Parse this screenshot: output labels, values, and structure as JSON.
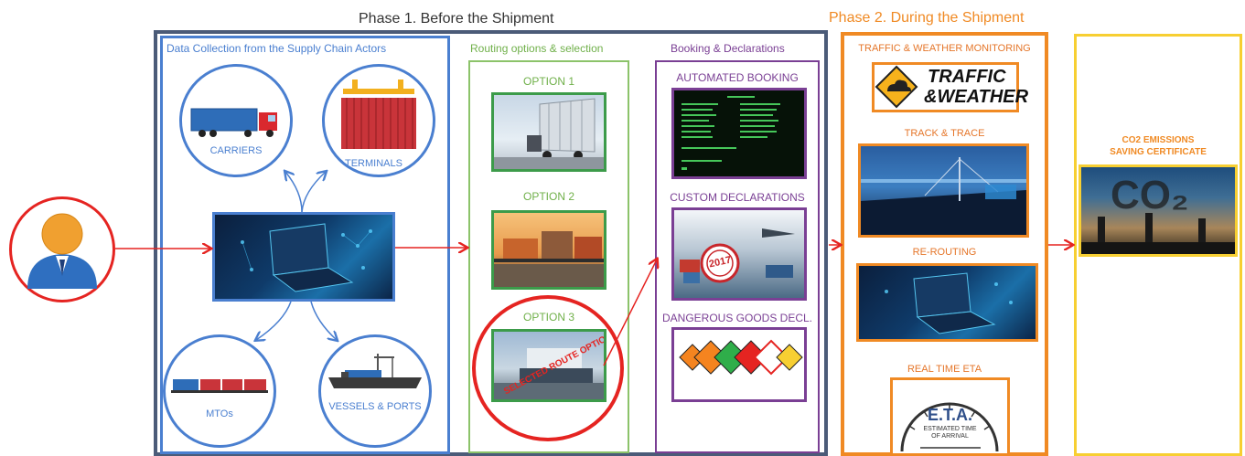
{
  "phase1": {
    "title": "Phase 1. Before the Shipment",
    "data_collection": {
      "title": "Data Collection from the Supply Chain Actors",
      "carriers": "CARRIERS",
      "terminals": "TERMINALS",
      "mtos": "MTOs",
      "vessels": "VESSELS & PORTS"
    },
    "routing": {
      "title": "Routing options & selection",
      "option1": "OPTION 1",
      "option2": "OPTION 2",
      "option3": "OPTION 3",
      "stamp": "SELECTED ROUTE OPTION"
    },
    "booking": {
      "title": "Booking & Declarations",
      "automated": "AUTOMATED BOOKING",
      "custom": "CUSTOM DECLARATIONS",
      "dangerous": "DANGEROUS GOODS DECL.",
      "stamp_year": "2017"
    }
  },
  "phase2": {
    "title": "Phase 2. During the Shipment",
    "traffic_title": "TRAFFIC & WEATHER MONITORING",
    "traffic_logo_line1": "TRAFFIC",
    "traffic_logo_line2": "&WEATHER",
    "track": "TRACK & TRACE",
    "rerouting": "RE-ROUTING",
    "eta": "REAL TIME ETA",
    "eta_logo": "E.T.A.",
    "eta_sub1": "ESTIMATED TIME",
    "eta_sub2": "OF ARRIVAL"
  },
  "co2": {
    "title_line1": "CO2 EMISSIONS",
    "title_line2": "SAVING CERTIFICATE",
    "image_text": "CO₂"
  },
  "colors": {
    "phase1_border": "#4b5b78",
    "blue": "#4a7fd0",
    "green": "#8cc36a",
    "purple": "#7a3f94",
    "orange": "#f08a24",
    "yellow": "#f7cf32",
    "red": "#e52421"
  }
}
